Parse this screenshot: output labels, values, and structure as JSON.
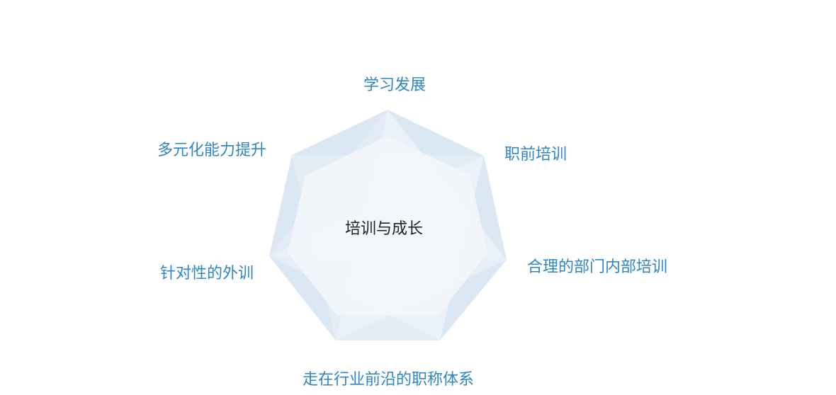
{
  "diagram": {
    "center": "培训与成长",
    "nodes": [
      {
        "label": "学习发展"
      },
      {
        "label": "职前培训"
      },
      {
        "label": "合理的部门内部培训"
      },
      {
        "label": "走在行业前沿的职称体系"
      },
      {
        "label": "针对性的外训"
      },
      {
        "label": "多元化能力提升"
      }
    ]
  },
  "colors": {
    "label": "#2f86c2",
    "center_text": "#222222",
    "shape_outer": "#dbe8f4",
    "shape_inner": "#f3f7fb"
  }
}
